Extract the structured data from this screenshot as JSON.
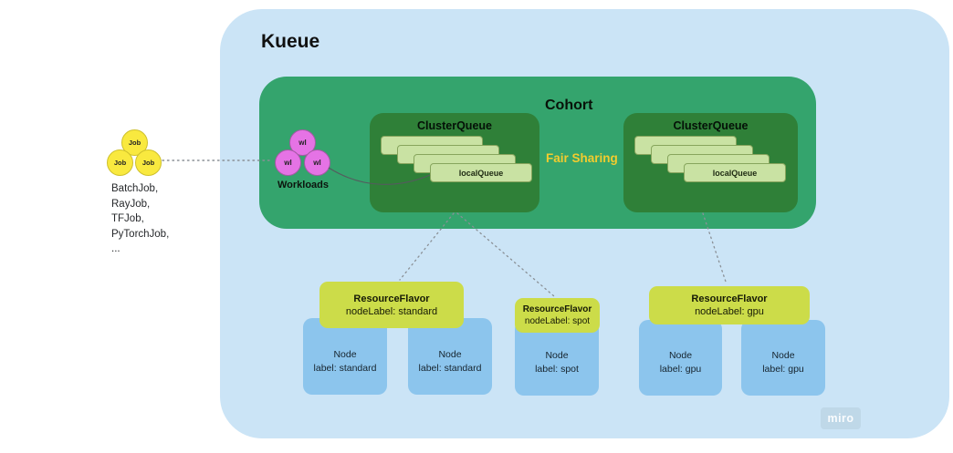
{
  "kueue": {
    "label": "Kueue",
    "watermark": "miro"
  },
  "cohort": {
    "label": "Cohort",
    "fair_sharing": "Fair Sharing"
  },
  "cluster_queues": [
    {
      "label": "ClusterQueue",
      "local_queue": "localQueue"
    },
    {
      "label": "ClusterQueue",
      "local_queue": "localQueue"
    }
  ],
  "workloads": {
    "label": "Workloads",
    "circles": [
      "wl",
      "wl",
      "wl"
    ]
  },
  "jobs": {
    "circles": [
      "Job",
      "Job",
      "Job"
    ],
    "types_list": "BatchJob,\nRayJob,\nTFJob,\nPyTorchJob,\n..."
  },
  "resource_flavors": [
    {
      "title": "ResourceFlavor",
      "node_label": "nodeLabel: standard"
    },
    {
      "title": "ResourceFlavor",
      "node_label": "nodeLabel: spot"
    },
    {
      "title": "ResourceFlavor",
      "node_label": "nodeLabel: gpu"
    }
  ],
  "nodes": [
    {
      "name": "Node",
      "label": "label: standard"
    },
    {
      "name": "Node",
      "label": "label: standard"
    },
    {
      "name": "Node",
      "label": "label: spot"
    },
    {
      "name": "Node",
      "label": "label: gpu"
    },
    {
      "name": "Node",
      "label": "label: gpu"
    }
  ],
  "colors": {
    "kueue_bg": "#cbe4f6",
    "cohort_bg": "#34a46d",
    "cluster_queue_bg": "#2f8038",
    "local_queue_bg": "#c9e2a3",
    "workload_circle": "#e573e5",
    "job_circle": "#f9e93f",
    "resource_flavor_bg": "#ccdc49",
    "node_bg": "#8cc5ed",
    "fair_sharing_text": "#f2cc2e",
    "text_dark": "#101010"
  }
}
